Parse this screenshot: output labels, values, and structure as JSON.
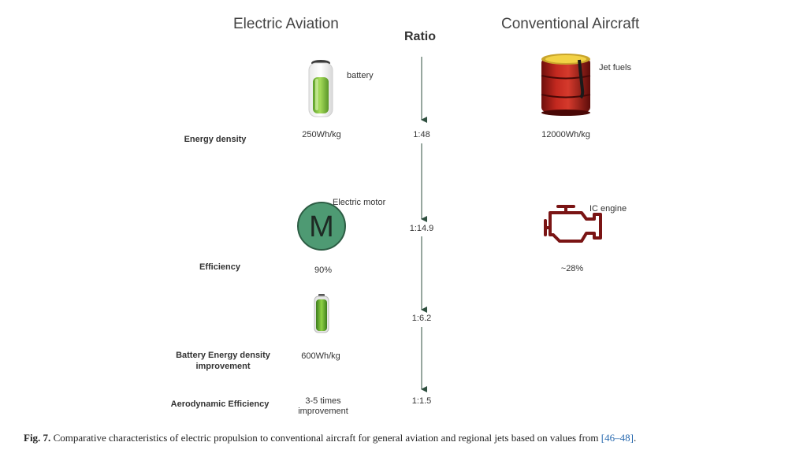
{
  "headers": {
    "electric": "Electric Aviation",
    "ratio": "Ratio",
    "conventional": "Conventional Aircraft"
  },
  "icon_labels": {
    "battery": "battery",
    "jet_fuels": "Jet fuels",
    "electric_motor": "Electric motor",
    "ic_engine": "IC engine",
    "motor_letter": "M"
  },
  "rows": {
    "energy_density": {
      "label": "Energy density",
      "electric": "250Wh/kg",
      "ratio": "1:48",
      "conventional": "12000Wh/kg"
    },
    "efficiency": {
      "label": "Efficiency",
      "electric": "90%",
      "ratio": "1:14.9",
      "conventional": "~28%"
    },
    "battery_improvement": {
      "label_line1": "Battery Energy density",
      "label_line2": "improvement",
      "electric": "600Wh/kg",
      "ratio": "1:6.2"
    },
    "aero_efficiency": {
      "label": "Aerodynamic Efficiency",
      "electric_line1": "3-5 times",
      "electric_line2": "improvement",
      "ratio": "1:1.5"
    }
  },
  "caption": {
    "fig": "Fig. 7.",
    "text": "Comparative characteristics of electric propulsion to conventional aircraft for general aviation and regional jets based on values from",
    "ref": "[46–48]",
    "end": "."
  },
  "colors": {
    "arrow": "#2f4f3f",
    "battery_green": "#7dc242",
    "motor_fill": "#4e9a73",
    "barrel_red": "#a01d18",
    "engine_red": "#7a1414"
  }
}
